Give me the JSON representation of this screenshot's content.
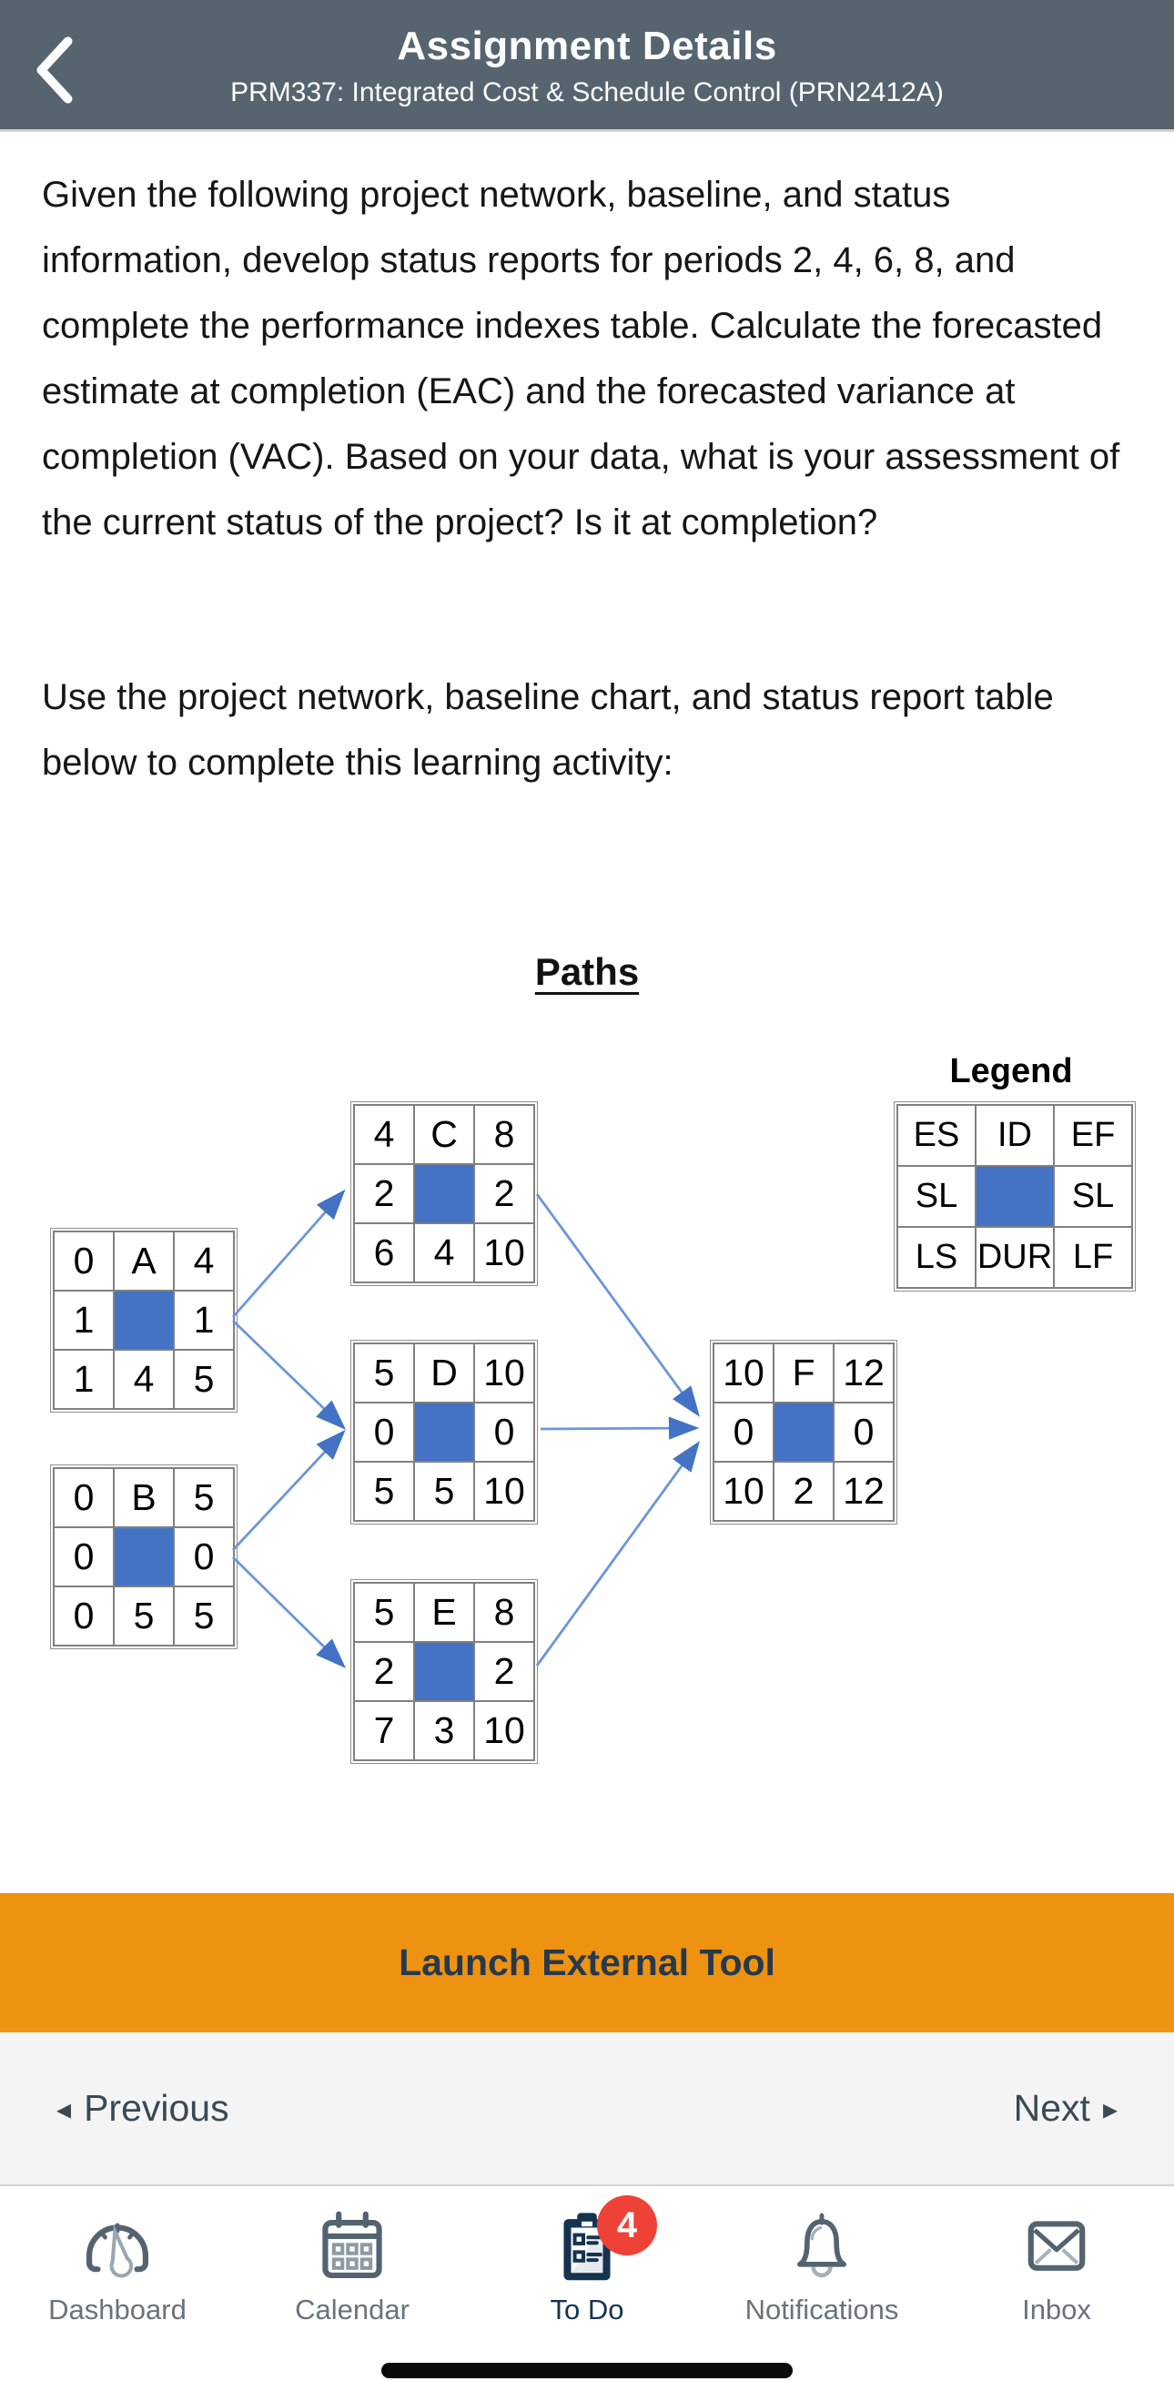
{
  "colors": {
    "header_bg": "#56646F",
    "node_blue": "#4472C4",
    "arrow": "#6C96D8",
    "arrow_head": "#4472C4",
    "orange": "#EE9211",
    "badge": "#EE4237",
    "navy": "#16334F",
    "tab_gray": "#69737C",
    "text": "#1B1B1B"
  },
  "header": {
    "back_icon": "chevron-left",
    "title": "Assignment Details",
    "subtitle": "PRM337: Integrated Cost & Schedule Control (PRN2412A)"
  },
  "body": {
    "paragraph1": "Given the following project network, baseline, and status information, develop status reports for periods 2, 4, 6, 8, and complete the performance indexes table. Calculate the forecasted estimate at completion (EAC) and the forecasted variance at completion (VAC). Based on your data, what is your assessment of the current status of the project? Is it at completion?",
    "paragraph2": "Use the project network, baseline chart, and status report table below to complete this learning activity:"
  },
  "diagram": {
    "heading": "Paths",
    "legend": {
      "title": "Legend",
      "rows": [
        [
          "ES",
          "ID",
          "EF"
        ],
        [
          "SL",
          "",
          "SL"
        ],
        [
          "LS",
          "DUR",
          "LF"
        ]
      ]
    },
    "nodes": [
      {
        "id": "A",
        "rows": [
          [
            "0",
            "A",
            "4"
          ],
          [
            "1",
            "",
            "1"
          ],
          [
            "1",
            "4",
            "5"
          ]
        ]
      },
      {
        "id": "B",
        "rows": [
          [
            "0",
            "B",
            "5"
          ],
          [
            "0",
            "",
            "0"
          ],
          [
            "0",
            "5",
            "5"
          ]
        ]
      },
      {
        "id": "C",
        "rows": [
          [
            "4",
            "C",
            "8"
          ],
          [
            "2",
            "",
            "2"
          ],
          [
            "6",
            "4",
            "10"
          ]
        ]
      },
      {
        "id": "D",
        "rows": [
          [
            "5",
            "D",
            "10"
          ],
          [
            "0",
            "",
            "0"
          ],
          [
            "5",
            "5",
            "10"
          ]
        ]
      },
      {
        "id": "E",
        "rows": [
          [
            "5",
            "E",
            "8"
          ],
          [
            "2",
            "",
            "2"
          ],
          [
            "7",
            "3",
            "10"
          ]
        ]
      },
      {
        "id": "F",
        "rows": [
          [
            "10",
            "F",
            "12"
          ],
          [
            "0",
            "",
            "0"
          ],
          [
            "10",
            "2",
            "12"
          ]
        ]
      }
    ],
    "edges": [
      [
        "A",
        "C"
      ],
      [
        "A",
        "D"
      ],
      [
        "B",
        "D"
      ],
      [
        "B",
        "E"
      ],
      [
        "C",
        "F"
      ],
      [
        "D",
        "F"
      ],
      [
        "E",
        "F"
      ]
    ]
  },
  "actions": {
    "launch_button": "Launch External Tool",
    "previous": "Previous",
    "next": "Next",
    "prev_icon": "◂",
    "next_icon": "▸"
  },
  "tabbar": {
    "items": [
      {
        "label": "Dashboard",
        "icon": "dashboard-gauge-icon",
        "active": false
      },
      {
        "label": "Calendar",
        "icon": "calendar-icon",
        "active": false
      },
      {
        "label": "To Do",
        "icon": "todo-clipboard-icon",
        "active": true,
        "badge": "4"
      },
      {
        "label": "Notifications",
        "icon": "bell-icon",
        "active": false
      },
      {
        "label": "Inbox",
        "icon": "envelope-icon",
        "active": false
      }
    ]
  }
}
